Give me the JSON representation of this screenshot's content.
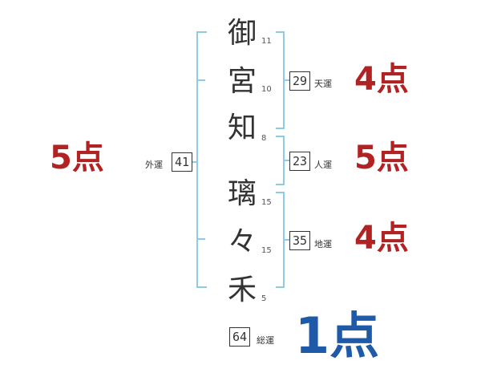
{
  "characters": [
    {
      "char": "御",
      "strokes": "11"
    },
    {
      "char": "宮",
      "strokes": "10"
    },
    {
      "char": "知",
      "strokes": "8"
    },
    {
      "char": "璃",
      "strokes": "15"
    },
    {
      "char": "々",
      "strokes": "15"
    },
    {
      "char": "禾",
      "strokes": "5"
    }
  ],
  "fortunes": {
    "ten": {
      "value": "29",
      "label": "天運",
      "score": "4点"
    },
    "jin": {
      "value": "23",
      "label": "人運",
      "score": "5点"
    },
    "chi": {
      "value": "35",
      "label": "地運",
      "score": "4点"
    },
    "gai": {
      "value": "41",
      "label": "外運",
      "score": "5点"
    },
    "sou": {
      "value": "64",
      "label": "総運",
      "score": "1点"
    }
  },
  "colors": {
    "bracket": "#8ecbe6",
    "score_red": "#b22222",
    "score_blue": "#1e5aa8"
  }
}
